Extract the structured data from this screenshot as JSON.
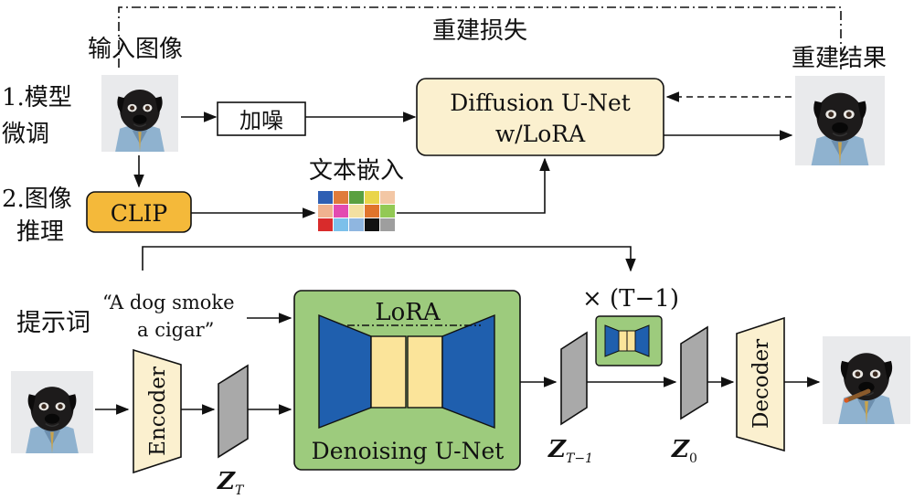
{
  "top": {
    "recon_loss": "重建损失",
    "input_image": "输入图像",
    "recon_result": "重建结果",
    "step1_line1": "1.模型",
    "step1_line2": "微调",
    "step2_line1": "2.图像",
    "step2_line2": "推理",
    "add_noise": "加噪",
    "unet_line1": "Diffusion U-Net",
    "unet_line2": "w/LoRA",
    "text_embed": "文本嵌入",
    "clip": "CLIP"
  },
  "bottom": {
    "prompt_label": "提示词",
    "prompt_line1": "“A dog smoke",
    "prompt_line2": "a cigar”",
    "encoder": "Encoder",
    "decoder": "Decoder",
    "denoising_unet": "Denoising U-Net",
    "lora": "LoRA",
    "repeat": "× (T−1)",
    "z_main": "Z",
    "z_T_sub": "T",
    "z_T1_sub": "T−1",
    "z_0_sub": "0"
  },
  "colors": {
    "unet_box": "#fbf0cf",
    "clip_box": "#f4b93a",
    "denoise_box": "#9dcb7d",
    "unet_blue": "#1f5fae",
    "unet_yellow": "#fbe49a",
    "latent": "#a9a9a9"
  },
  "embedding_grid": [
    [
      "#2f5fb3",
      "#e07b3b",
      "#5aa040",
      "#e9d54a",
      "#f3c7a5"
    ],
    [
      "#f0b28f",
      "#e34bb1",
      "#f3e0a1",
      "#e0742c",
      "#93c955"
    ],
    [
      "#d92b2b",
      "#7cc0ea",
      "#8fb6e0",
      "#111111",
      "#9e9e9e"
    ]
  ]
}
